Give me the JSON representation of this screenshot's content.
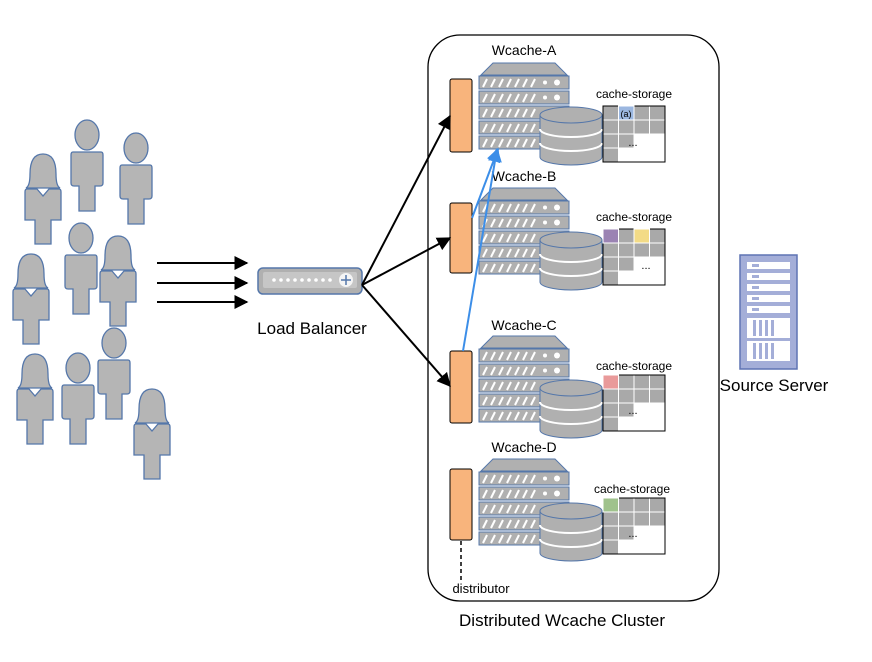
{
  "labels": {
    "load_balancer": "Load Balancer",
    "cluster": "Distributed Wcache Cluster",
    "source_server": "Source Server",
    "distributor": "distributor"
  },
  "caches": [
    {
      "name": "Wcache-A",
      "storage_label": "cache-storage",
      "ellipsis": "...",
      "cell_mark": "(a)",
      "highlight_color": "#9bb7e0"
    },
    {
      "name": "Wcache-B",
      "storage_label": "cache-storage",
      "ellipsis": "...",
      "highlight_colors": [
        "#9b83b3",
        "#f3db86"
      ]
    },
    {
      "name": "Wcache-C",
      "storage_label": "cache-storage",
      "ellipsis": "...",
      "highlight_color": "#e99a9a"
    },
    {
      "name": "Wcache-D",
      "storage_label": "cache-storage",
      "ellipsis": "...",
      "highlight_color": "#9fc28c"
    }
  ],
  "colors": {
    "person": "#b5b5b5",
    "person_stroke": "#5577aa",
    "distributor": "#f8b47c",
    "server_gray": "#b0b0b0",
    "cell_gray": "#a9a9a9",
    "blue_arrow": "#3c8ee8",
    "source_server": "#a4aed8"
  }
}
